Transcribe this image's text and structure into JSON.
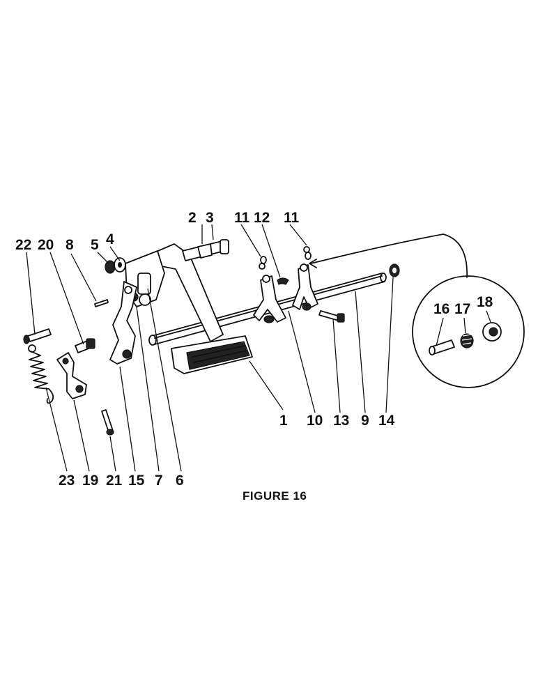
{
  "figure": {
    "caption": "FIGURE 16",
    "labels": [
      "1",
      "2",
      "3",
      "4",
      "5",
      "6",
      "7",
      "8",
      "9",
      "10",
      "11",
      "11",
      "12",
      "13",
      "14",
      "15",
      "16",
      "17",
      "18",
      "19",
      "20",
      "21",
      "22",
      "23"
    ]
  }
}
